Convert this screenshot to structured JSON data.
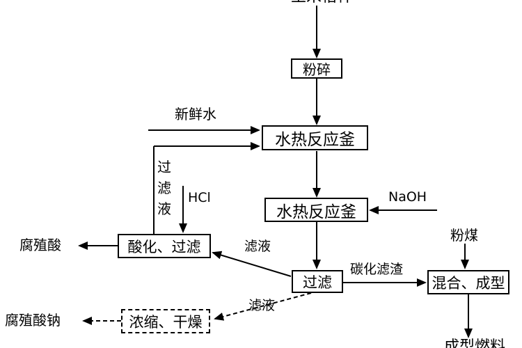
{
  "flow": {
    "top_input": "玉米秸秆",
    "crush": "粉碎",
    "fresh_water": "新鲜水",
    "reactor1": "水热反应釜",
    "reactor2": "水热反应釜",
    "naoh": "NaOH",
    "hcl": "HCl",
    "filtrate_recycle": "过滤液",
    "acidify_filter": "酸化、过滤",
    "humic_acid": "腐殖酸",
    "filter": "过滤",
    "filtrate_to_acidify": "滤液",
    "carbonized_residue": "碳化滤渣",
    "coal_powder": "粉煤",
    "mix_form": "混合、成型",
    "filtrate_to_concentrate": "滤液",
    "concentrate_dry": "浓缩、干燥",
    "sodium_humate": "腐殖酸钠",
    "bottom_output": "成型燃料"
  },
  "colors": {
    "line": "#000000",
    "background": "#ffffff"
  }
}
